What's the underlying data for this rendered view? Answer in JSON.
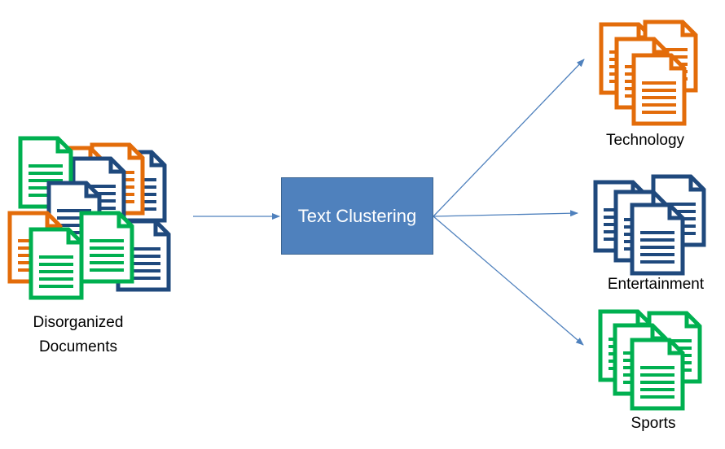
{
  "process": {
    "label": "Text Clustering",
    "fill": "#4f81bd"
  },
  "source": {
    "line1": "Disorganized",
    "line2": "Documents"
  },
  "clusters": [
    {
      "label": "Technology",
      "color": "#e36c0a"
    },
    {
      "label": "Entertainment",
      "color": "#1f497d"
    },
    {
      "label": "Sports",
      "color": "#00b050"
    }
  ],
  "arrow_color": "#4f81bd",
  "icon": "document-icon"
}
